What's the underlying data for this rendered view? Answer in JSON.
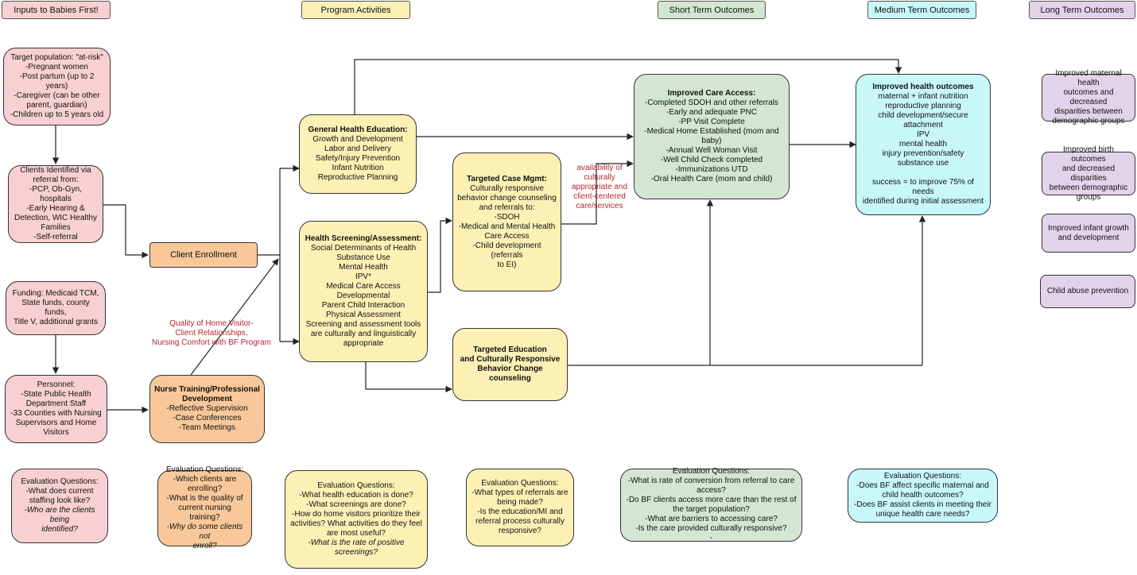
{
  "headers": {
    "inputs": "Inputs to Babies First!",
    "activities": "Program Activities",
    "short": "Short Term Outcomes",
    "medium": "Medium Term Outcomes",
    "long": "Long Term Outcomes"
  },
  "target_population": [
    "Target population: \"at-risk\"",
    "-Pregnant women",
    "-Post partum (up to 2 years)",
    "-Caregiver (can be other",
    "parent, guardian)",
    "-Children up to 5 years old"
  ],
  "clients_identified": [
    "Clients Identified via",
    "referral from:",
    "-PCP, Ob-Gyn, hospitals",
    "-Early Hearing &",
    "Detection, WIC Healthy",
    "Families",
    "-Self-referral"
  ],
  "funding": [
    "Funding: Medicaid TCM,",
    "State funds, county funds,",
    "Title V, additional grants"
  ],
  "personnel": [
    "Personnel:",
    "-State Public Health",
    "Department Staff",
    "-33 Counties with Nursing",
    "Supervisors and Home",
    "Visitors"
  ],
  "client_enrollment": "Client Enrollment",
  "nurse_training": {
    "title": [
      "Nurse Training/Professional",
      "Development"
    ],
    "items": [
      "-Reflective Supervision",
      "-Case Conferences",
      "-Team Meetings"
    ]
  },
  "quality_label": [
    "Quality of Home Visitor-",
    "Client Relationships,",
    "Nursing Comfort with BF Program"
  ],
  "general_health": {
    "title": "General Health Education:",
    "items": [
      "Growth and Development",
      "Labor and Delivery",
      "Safety/Injury Prevention",
      "Infant Nutrition",
      "Reproductive Planning"
    ]
  },
  "health_screening": {
    "title": "Health Screening/Assessment:",
    "items": [
      "Social Determinants of Health",
      "Substance Use",
      "Mental Health",
      "IPV*",
      "Medical Care Access",
      "Developmental",
      "Parent Child Interaction",
      "Physical Assessment",
      "Screening and assessment tools",
      "are culturally and linguistically",
      "appropriate"
    ]
  },
  "targeted_case": {
    "title": "Targeted Case Mgmt:",
    "items": [
      "Culturally responsive",
      "behavior change counseling",
      "and referrals to:",
      "-SDOH",
      "-Medical and Mental Health",
      "Care Access",
      "-Child development (referrals",
      "to EI)"
    ]
  },
  "availability_label": [
    "availability of",
    "culturally",
    "appropriate and",
    "client-centered",
    "care/services"
  ],
  "targeted_education": [
    "Targeted Education",
    "and Culturally Responsive",
    "Behavior Change counseling"
  ],
  "improved_care": {
    "title": "Improved Care Access:",
    "items": [
      "-Completed SDOH and other referrals",
      "-Early and adequate PNC",
      "-PP Visit Complete",
      "-Medical Home Established (mom and",
      "baby)",
      "-Annual Well Woman Visit",
      "-Well Child Check completed",
      "-Immunizations UTD",
      "-Oral Health Care (mom and child)"
    ]
  },
  "improved_health": {
    "title": "Improved health outcomes",
    "items": [
      "maternal + infant nutrition",
      "reproductive planning",
      "child development/secure",
      "attachment",
      "IPV",
      "mental health",
      "injury prevention/safety",
      "substance use",
      "",
      "success = to improve 75% of needs",
      "identified during initial assessment"
    ]
  },
  "long_term": {
    "maternal": [
      "Improved maternal health",
      "outcomes and decreased",
      "disparities between",
      "demographic groups"
    ],
    "birth": [
      "Improved birth outcomes",
      "and decreased disparities",
      "between demographic",
      "groups"
    ],
    "infant": [
      "Improved infant growth",
      "and development"
    ],
    "abuse": [
      "Child abuse prevention"
    ]
  },
  "eval": {
    "inputs": [
      {
        "t": "Evaluation Questions:",
        "i": false
      },
      {
        "t": "-What does current",
        "i": false
      },
      {
        "t": "staffing look like?",
        "i": false
      },
      {
        "t": "-Who are the clients being",
        "i": true
      },
      {
        "t": "identified?",
        "i": true
      }
    ],
    "nurse": [
      {
        "t": "Evaluation Questions:",
        "i": false
      },
      {
        "t": "-Which clients are",
        "i": false
      },
      {
        "t": "enrolling?",
        "i": false
      },
      {
        "t": "-What is the quality of",
        "i": false
      },
      {
        "t": "current nursing training?",
        "i": false
      },
      {
        "t": "-Why do some clients not",
        "i": true
      },
      {
        "t": "enroll?",
        "i": true
      }
    ],
    "activities": [
      {
        "t": "Evaluation Questions:",
        "i": false
      },
      {
        "t": "-What health education is done?",
        "i": false
      },
      {
        "t": "-What screenings are done?",
        "i": false
      },
      {
        "t": "-How do home visitors prioritize their",
        "i": false
      },
      {
        "t": "activities? What activities do they feel",
        "i": false
      },
      {
        "t": "are most useful?",
        "i": false
      },
      {
        "t": "-What is the rate of positive",
        "i": true
      },
      {
        "t": "screenings?",
        "i": true
      }
    ],
    "referrals": [
      {
        "t": "Evaluation Questions:",
        "i": false
      },
      {
        "t": "-What types of referrals are",
        "i": false
      },
      {
        "t": "being made?",
        "i": false
      },
      {
        "t": "-Is the education/MI and",
        "i": false
      },
      {
        "t": "referral process culturally",
        "i": false
      },
      {
        "t": "responsive?",
        "i": false
      }
    ],
    "short": [
      {
        "t": "Evaluation Questions:",
        "i": false
      },
      {
        "t": "-What is rate of conversion from referral to care",
        "i": false
      },
      {
        "t": "access?",
        "i": false
      },
      {
        "t": "-Do BF clients access more care than the rest of",
        "i": false
      },
      {
        "t": "the target population?",
        "i": false
      },
      {
        "t": "-What are barriers to accessing care?",
        "i": false
      },
      {
        "t": "-Is the care provided culturally responsive?",
        "i": false
      },
      {
        "t": "-",
        "i": false
      }
    ],
    "medium": [
      {
        "t": "Evaluation Questions:",
        "i": false
      },
      {
        "t": "-Does BF affect specific maternal and",
        "i": false
      },
      {
        "t": "child health outcomes?",
        "i": false
      },
      {
        "t": "-Does BF assist clients in meeting their",
        "i": false
      },
      {
        "t": "unique health care needs?",
        "i": false
      }
    ]
  }
}
